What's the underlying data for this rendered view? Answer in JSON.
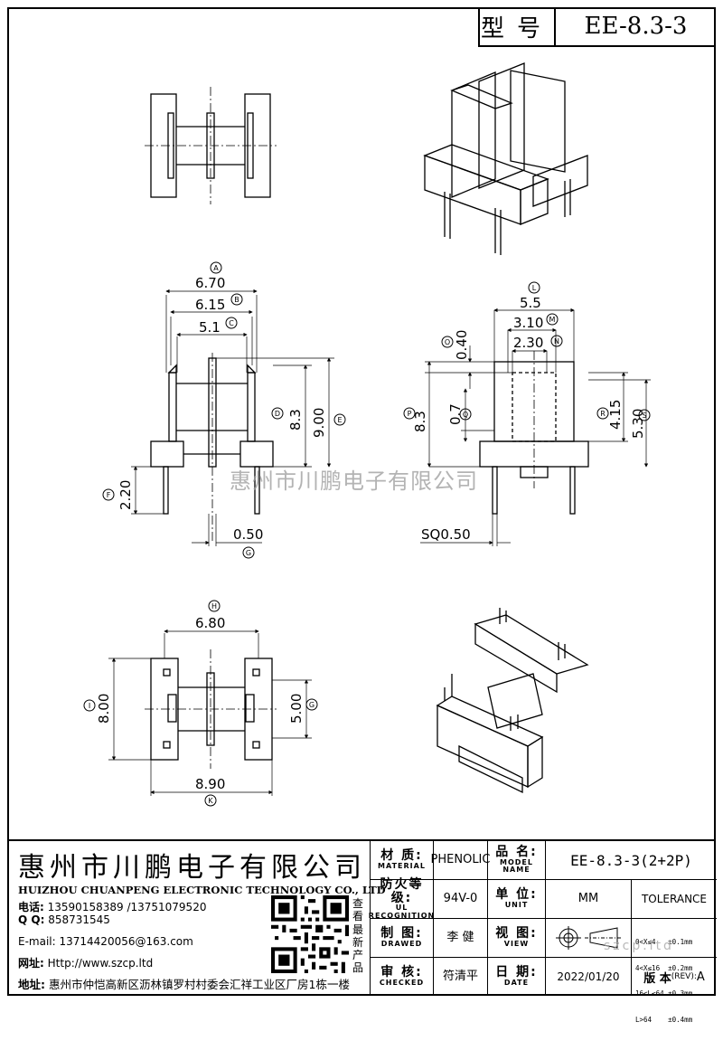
{
  "header": {
    "model_label": "型号",
    "model_value": "EE-8.3-3"
  },
  "dimensions": {
    "A": "6.70",
    "B": "6.15",
    "C": "5.1",
    "D": "8.3",
    "E": "9.00",
    "F": "2.20",
    "G": "0.50",
    "L": "5.5",
    "M": "3.10",
    "N": "2.30",
    "O": "0.40",
    "P": "8.3",
    "Q": "0.7",
    "R": "4.15",
    "S": "5.30",
    "sq": "SQ0.50",
    "H": "6.80",
    "I": "8.00",
    "G2": "5.00",
    "K": "8.90"
  },
  "markers": {
    "A": "A",
    "B": "B",
    "C": "C",
    "D": "D",
    "E": "E",
    "F": "F",
    "G": "G",
    "L": "L",
    "M": "M",
    "N": "N",
    "O": "O",
    "P": "P",
    "Q": "Q",
    "R": "R",
    "S": "S",
    "H": "H",
    "I": "I",
    "K": "K"
  },
  "watermark": "惠州市川鹏电子有限公司",
  "company": {
    "name_cn": "惠州市川鹏电子有限公司",
    "name_en": "HUIZHOU CHUANPENG ELECTRONIC TECHNOLOGY CO., LTD",
    "phone_label": "电话:",
    "phone": "13590158389 /13751079520",
    "qq_label": "Q Q:",
    "qq": "858731545",
    "email_label": "E-mail:",
    "email": "13714420056@163.com",
    "web_label": "网址:",
    "web": "Http://www.szcp.ltd",
    "address_label": "地址:",
    "address": "惠州市仲恺高新区沥林镇罗村村委会汇祥工业区厂房1栋一楼",
    "qr_caption": [
      "查",
      "看",
      "最",
      "新",
      "产",
      "品"
    ]
  },
  "title_block": {
    "material_cn": "材 质:",
    "material_en": "MATERIAL",
    "material_value": "PHENOLIC",
    "model_cn": "品 名:",
    "model_en": "MODEL NAME",
    "model_value": "EE-8.3-3(2+2P)",
    "flame_cn": "防火等级:",
    "flame_en": "UL RECOGNITION",
    "flame_value": "94V-0",
    "unit_cn": "单 位:",
    "unit_en": "UNIT",
    "unit_value": "MM",
    "tolerance": "TOLERANCE",
    "drawn_cn": "制 图:",
    "drawn_en": "DRAWED",
    "drawn_value": "李 健",
    "view_cn": "视 图:",
    "view_en": "VIEW",
    "tol_lines": [
      "0<X≤4   ±0.1mm",
      "4<X≤16  ±0.2mm",
      "16<L≤64 ±0.3mm",
      "L>64    ±0.4mm"
    ],
    "checked_cn": "审 核:",
    "checked_en": "CHECKED",
    "checked_value": "符清平",
    "date_cn": "日 期:",
    "date_en": "DATE",
    "date_value": "2022/01/20",
    "rev_label": "版 本",
    "rev_sub": "(REV):",
    "rev_value": "A",
    "site_mark": "szcp.ltd"
  }
}
